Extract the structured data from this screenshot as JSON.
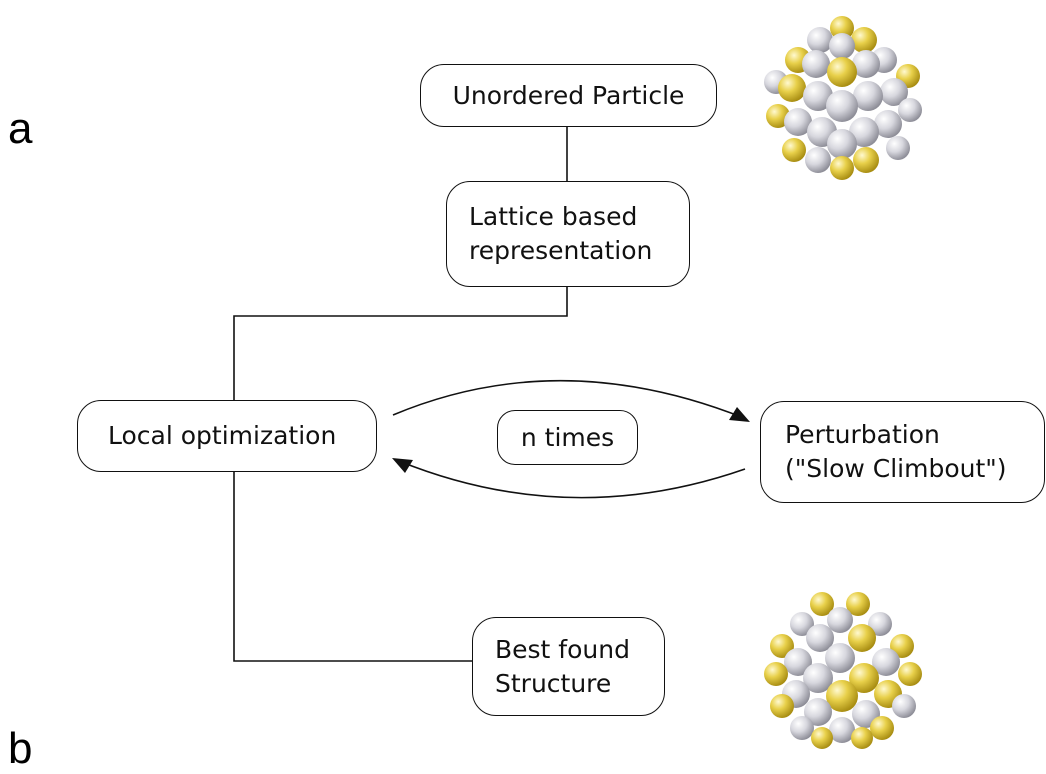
{
  "panel_labels": {
    "a": "a",
    "b": "b"
  },
  "nodes": {
    "unordered": "Unordered Particle",
    "lattice": "Lattice based\nrepresentation",
    "local_opt": "Local optimization",
    "n_times": "n times",
    "perturbation": "Perturbation\n(\"Slow Climbout\")",
    "best": "Best found\nStructure"
  },
  "colors": {
    "gold": "#e8d04a",
    "silver": "#d7d7de",
    "line": "#111111"
  }
}
